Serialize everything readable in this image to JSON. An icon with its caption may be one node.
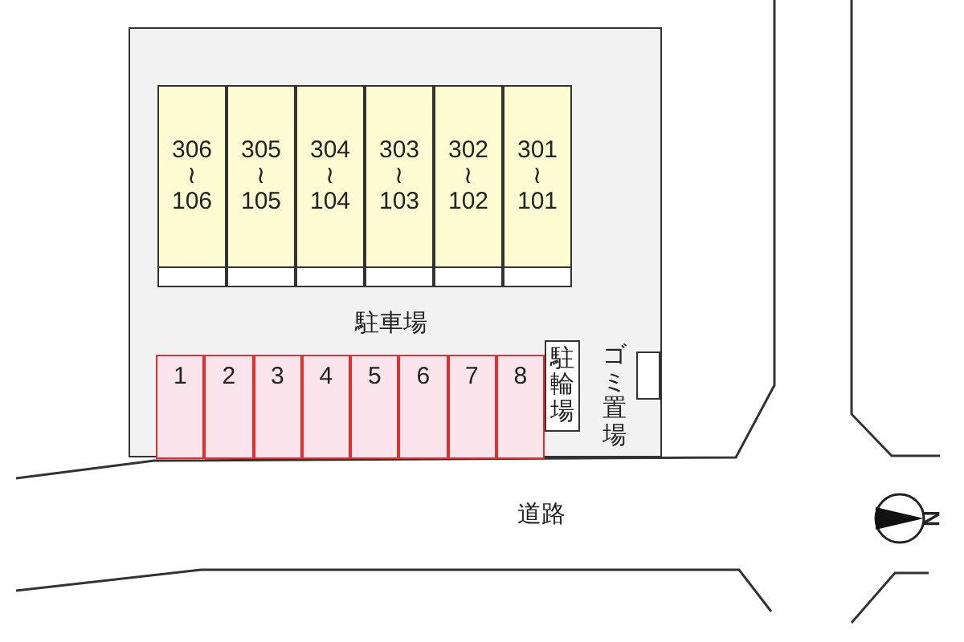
{
  "diagram": {
    "nodes": [
      {
        "text": [],
        "shape": "box"
      },
      {
        "text": [
          "306 ≀ 106"
        ],
        "in": 0
      },
      {
        "text": [
          "305 ≀ 105"
        ],
        "in": 0
      },
      {
        "text": [
          "304 ≀ 104"
        ],
        "in": 0
      },
      {
        "text": [
          "303 ≀ 103"
        ],
        "in": 0
      },
      {
        "text": [
          "302 ≀ 102"
        ],
        "in": 0
      },
      {
        "text": [
          "301 ≀ 101"
        ],
        "in": 0
      },
      {
        "text": [
          "1"
        ],
        "in": 0
      },
      {
        "text": [
          "2"
        ],
        "in": 0
      },
      {
        "text": [
          "3"
        ],
        "in": 0
      },
      {
        "text": [
          "4"
        ],
        "in": 0
      },
      {
        "text": [
          "5"
        ],
        "in": 0
      },
      {
        "text": [
          "6"
        ],
        "in": 0
      },
      {
        "text": [
          "7"
        ],
        "in": 0
      },
      {
        "text": [
          "8"
        ],
        "in": 0
      },
      {
        "text": [
          "駐輪場"
        ],
        "in": 0
      },
      {
        "text": [],
        "shape": "box",
        "in": 0,
        "beside": [
          "ゴミ置場"
        ]
      }
    ],
    "labels": [
      "駐車場",
      "道路",
      "N"
    ]
  }
}
